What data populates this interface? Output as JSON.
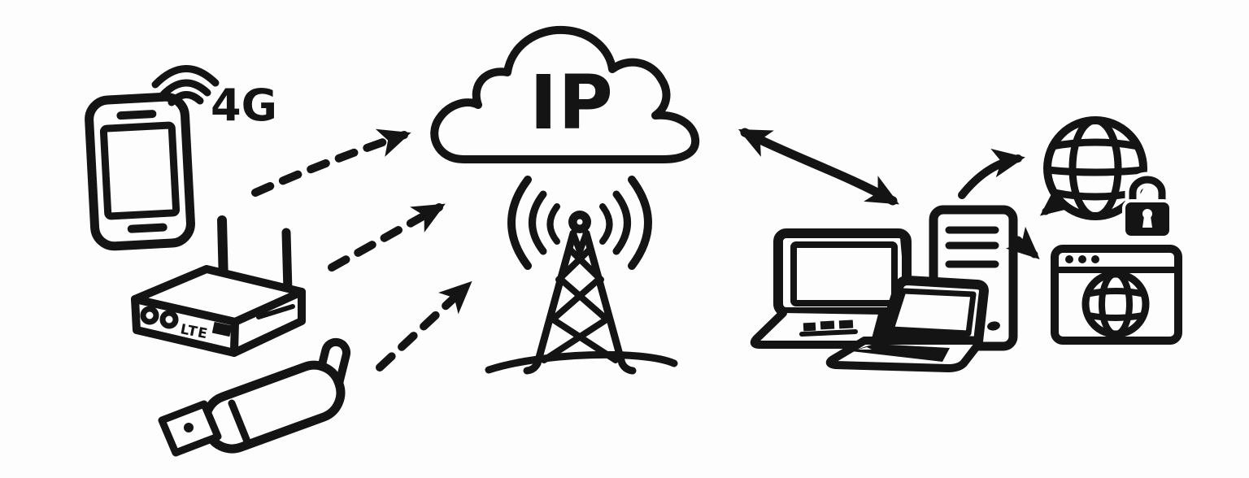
{
  "diagram": {
    "description": "hand-drawn sketch of mobile devices connecting through an IP cloud and cell tower to computers and the secure internet",
    "colors": {
      "ink": "#141414",
      "background": "#fdfdfd"
    },
    "labels": {
      "cellular": "4G",
      "cloud": "IP",
      "router_badge": "LTE"
    },
    "nodes": [
      {
        "icon": "smartphone-icon",
        "caption": "4G"
      },
      {
        "icon": "wifi-waves-icon"
      },
      {
        "icon": "lte-router-icon",
        "caption": "LTE"
      },
      {
        "icon": "usb-modem-icon"
      },
      {
        "icon": "ip-cloud-icon",
        "caption": "IP"
      },
      {
        "icon": "cell-tower-icon"
      },
      {
        "icon": "laptop-icon"
      },
      {
        "icon": "front-laptop-icon"
      },
      {
        "icon": "server-tower-icon"
      },
      {
        "icon": "globe-icon"
      },
      {
        "icon": "padlock-icon"
      },
      {
        "icon": "browser-window-icon"
      }
    ],
    "connections": [
      {
        "from": "smartphone",
        "to": "ip-cloud",
        "style": "dashed-arrow"
      },
      {
        "from": "lte-router",
        "to": "ip-cloud",
        "style": "dashed-arrow"
      },
      {
        "from": "usb-modem",
        "to": "ip-cloud",
        "style": "dashed-arrow"
      },
      {
        "from": "ip-cloud",
        "to": "laptops",
        "style": "double-headed-curved-arrow"
      },
      {
        "from": "server-tower",
        "to": "globe",
        "style": "curved-arrow"
      },
      {
        "from": "globe",
        "to": "server-tower",
        "style": "arrow"
      },
      {
        "from": "server-tower",
        "to": "browser-window",
        "style": "arrow"
      }
    ]
  }
}
